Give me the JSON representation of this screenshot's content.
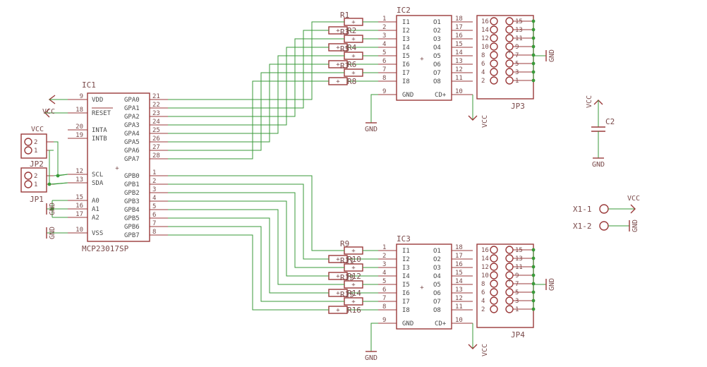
{
  "ic1": {
    "name": "IC1",
    "value": "MCP23017SP",
    "left_pins": [
      {
        "num": "9",
        "name": "VDD"
      },
      {
        "num": "18",
        "name": "RESET"
      },
      {
        "num": "20",
        "name": "INTA"
      },
      {
        "num": "19",
        "name": "INTB"
      },
      {
        "num": "12",
        "name": "SCL"
      },
      {
        "num": "13",
        "name": "SDA"
      },
      {
        "num": "15",
        "name": "A0"
      },
      {
        "num": "16",
        "name": "A1"
      },
      {
        "num": "17",
        "name": "A2"
      },
      {
        "num": "10",
        "name": "VSS"
      }
    ],
    "gpa": [
      {
        "num": "21",
        "name": "GPA0"
      },
      {
        "num": "22",
        "name": "GPA1"
      },
      {
        "num": "23",
        "name": "GPA2"
      },
      {
        "num": "24",
        "name": "GPA3"
      },
      {
        "num": "25",
        "name": "GPA4"
      },
      {
        "num": "26",
        "name": "GPA5"
      },
      {
        "num": "27",
        "name": "GPA6"
      },
      {
        "num": "28",
        "name": "GPA7"
      }
    ],
    "gpb": [
      {
        "num": "1",
        "name": "GPB0"
      },
      {
        "num": "2",
        "name": "GPB1"
      },
      {
        "num": "3",
        "name": "GPB2"
      },
      {
        "num": "4",
        "name": "GPB3"
      },
      {
        "num": "5",
        "name": "GPB4"
      },
      {
        "num": "6",
        "name": "GPB5"
      },
      {
        "num": "7",
        "name": "GPB6"
      },
      {
        "num": "8",
        "name": "GPB7"
      }
    ]
  },
  "driver_pins": {
    "inputs": [
      "I1",
      "I2",
      "I3",
      "I4",
      "I5",
      "I6",
      "I7",
      "I8"
    ],
    "outputs": [
      "O1",
      "O2",
      "O3",
      "O4",
      "O5",
      "O6",
      "O7",
      "O8"
    ],
    "in_nums": [
      "1",
      "2",
      "3",
      "4",
      "5",
      "6",
      "7",
      "8"
    ],
    "out_nums": [
      "18",
      "17",
      "16",
      "15",
      "14",
      "13",
      "12",
      "11"
    ],
    "gnd_num": "9",
    "cd_num": "10",
    "gnd_label": "GND",
    "cd_label": "CD+"
  },
  "ic2": {
    "name": "IC2",
    "resistors": [
      "R1",
      "R2",
      "R3",
      "R4",
      "R5",
      "R6",
      "R7",
      "R8"
    ],
    "header": "JP3"
  },
  "ic3": {
    "name": "IC3",
    "resistors": [
      "R9",
      "R10",
      "R11",
      "R12",
      "R13",
      "R14",
      "R15",
      "R16"
    ],
    "header": "JP4"
  },
  "header_pins": {
    "left": [
      "16",
      "14",
      "12",
      "10",
      "8",
      "6",
      "4",
      "2"
    ],
    "right": [
      "15",
      "13",
      "11",
      "9",
      "7",
      "5",
      "3",
      "1"
    ]
  },
  "jp1": {
    "name": "JP1",
    "pins": [
      "2",
      "1"
    ]
  },
  "jp2": {
    "name": "JP2",
    "pins": [
      "2",
      "1"
    ]
  },
  "c2": {
    "name": "C2"
  },
  "x1_1": "X1-1",
  "x1_2": "X1-2",
  "supply": {
    "vcc": "VCC",
    "gnd": "GND"
  },
  "colors": {
    "part": "#9a3a3a",
    "net": "#3a9a3a",
    "text": "#7a4a4a",
    "background": "#ffffff"
  }
}
